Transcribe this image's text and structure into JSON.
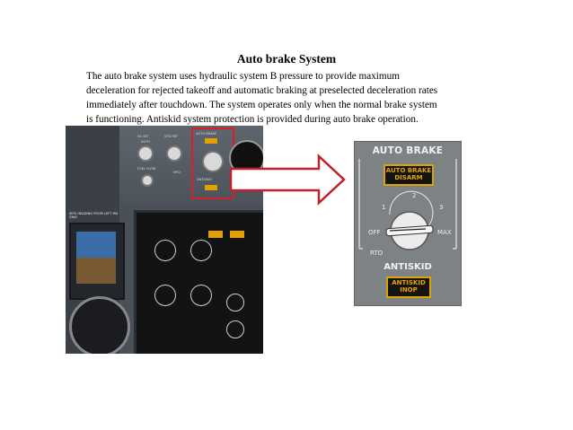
{
  "document": {
    "title": "Auto brake System",
    "paragraph_lines": [
      "The auto brake system uses hydraulic system B pressure to provide maximum",
      "deceleration for rejected takeoff and automatic braking at preselected deceleration rates",
      "immediately after touchdown. The system operates only when the normal brake system",
      "is functioning. Antiskid system protection is provided during auto brake operation."
    ]
  },
  "cockpit_photo": {
    "labels": {
      "n1_set": "N1 SET",
      "auto": "AUTO",
      "spd_ref": "SPD REF",
      "fuel_flow": "FUEL FLOW",
      "auto_brake": "AUTO BRAKE",
      "mfd": "MFD",
      "antiskid": "ANTISKID",
      "isfd": "ISFD HEADING FROM LEFT IRS ONLY"
    }
  },
  "panel": {
    "header": "AUTO BRAKE",
    "disarm_light": [
      "AUTO BRAKE",
      "DISARM"
    ],
    "positions": {
      "p1": "1",
      "p2": "2",
      "p3": "3",
      "off": "OFF",
      "max": "MAX",
      "rto": "RTO"
    },
    "antiskid_label": "ANTISKID",
    "inop_light": [
      "ANTISKID",
      "INOP"
    ]
  },
  "colors": {
    "highlight_box": "#d3212d",
    "amber_light": "#e7a300",
    "panel_gray": "#7d8285"
  }
}
